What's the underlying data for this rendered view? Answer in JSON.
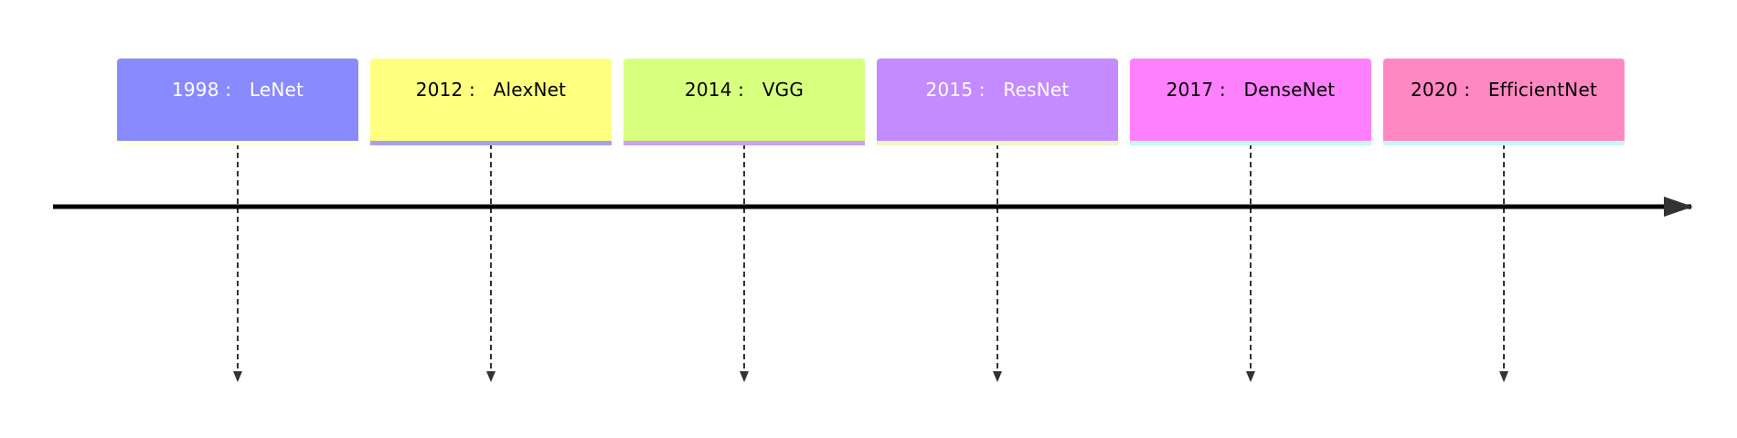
{
  "events": [
    {
      "year": "1998",
      "name": "LeNet",
      "bg": "#8a8aff",
      "fg": "#ffffff",
      "underline": "#ffffde"
    },
    {
      "year": "2012",
      "name": "AlexNet",
      "bg": "#ffff80",
      "fg": "#000000",
      "underline": "#a3a3ea"
    },
    {
      "year": "2014",
      "name": "VGG",
      "bg": "#d9ff80",
      "fg": "#000000",
      "underline": "#c8a3ea"
    },
    {
      "year": "2015",
      "name": "ResNet",
      "bg": "#c48aff",
      "fg": "#ffffff",
      "underline": "#eaf7c8"
    },
    {
      "year": "2017",
      "name": "DenseNet",
      "bg": "#ff80ff",
      "fg": "#000000",
      "underline": "#c8f7e8"
    },
    {
      "year": "2020",
      "name": "EfficientNet",
      "bg": "#ff88c2",
      "fg": "#000000",
      "underline": "#c8f7f7"
    }
  ],
  "separator": " :   ",
  "colors": {
    "axis": "#000000",
    "connector": "#333333"
  }
}
